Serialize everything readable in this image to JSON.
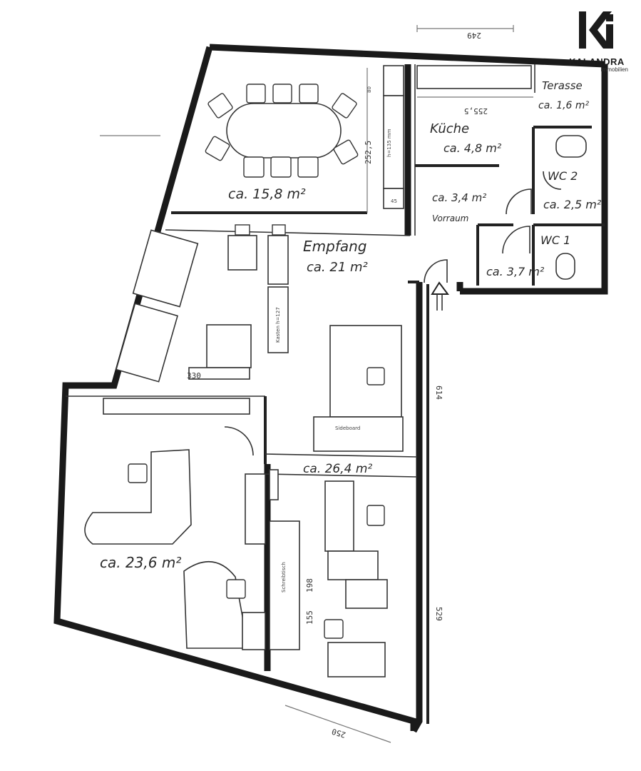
{
  "logo": {
    "brand": "KALANDRA",
    "sub": "Immobilien"
  },
  "rooms": {
    "conference": "ca. 15,8 m²",
    "kitchen_name": "Küche",
    "kitchen_area": "ca. 4,8 m²",
    "terrace_name": "Terasse",
    "terrace_area": "ca. 1,6 m²",
    "wc2_name": "WC 2",
    "wc2_area": "ca. 2,5 m²",
    "wc1_name": "WC 1",
    "wc1_area": "ca. 3,7 m²",
    "vorraum_name": "Vorraum",
    "vorraum_area": "ca. 3,4 m²",
    "reception_name": "Empfang",
    "reception_area": "ca. 21 m²",
    "office_left": "ca. 23,6 m²",
    "office_right": "ca. 26,4 m²"
  },
  "dimensions": {
    "top": "249",
    "kitchen_width": "255,5",
    "conf_width": "252,5",
    "right_upper": "614",
    "right_lower": "529",
    "bottom": "250",
    "mid_330": "330",
    "mid_198": "198",
    "mid_155": "155",
    "small_45": "45",
    "small_80": "80"
  },
  "furniture_labels": {
    "shelf_h135": "h=135 mm",
    "cabinet": "Kasten h=127",
    "desk": "Schreibtisch",
    "sideboard": "Sideboard"
  }
}
